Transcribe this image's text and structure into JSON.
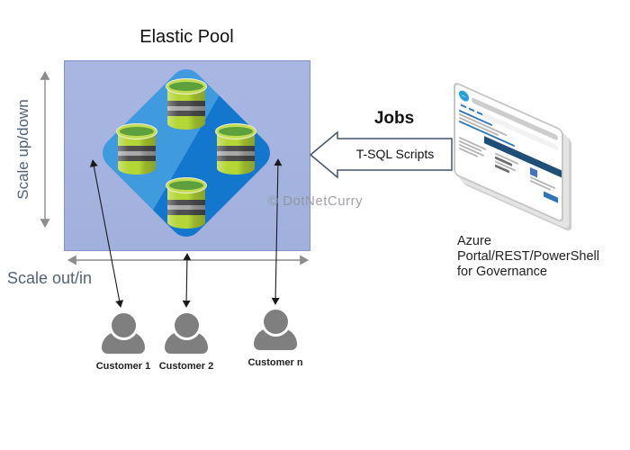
{
  "diagram": {
    "title": "Elastic Pool",
    "scale_vertical_label": "Scale up/down",
    "scale_horizontal_label": "Scale out/in",
    "jobs_title": "Jobs",
    "jobs_arrow_label": "T-SQL Scripts",
    "portal_caption_line1": "Azure Portal/REST/PowerShell",
    "portal_caption_line2": "for Governance",
    "watermark": "© DotNetCurry",
    "pool": {
      "database_count": 4
    },
    "customers": [
      {
        "label": "Customer 1"
      },
      {
        "label": "Customer 2"
      },
      {
        "label": "Customer n"
      }
    ],
    "colors": {
      "pool_fill": "#a6b3e0",
      "pool_border": "#8292cb",
      "diamond_light": "#409ade",
      "diamond_dark": "#1377cd",
      "database_lime": "#b4d636",
      "database_top_green": "#5ca13c",
      "database_gray_band": "#4f4f4f",
      "axis_label_blue_gray": "#52627a",
      "arrow_gray": "#8c8c8c",
      "arrow_black": "#1a1a1a",
      "block_arrow_border": "#44546a",
      "person_gray": "#7f7f7f",
      "portal_navy": "#1f4e79",
      "portal_blue": "#2e75b6",
      "portal_back_blue": "#2aa0d8"
    }
  }
}
